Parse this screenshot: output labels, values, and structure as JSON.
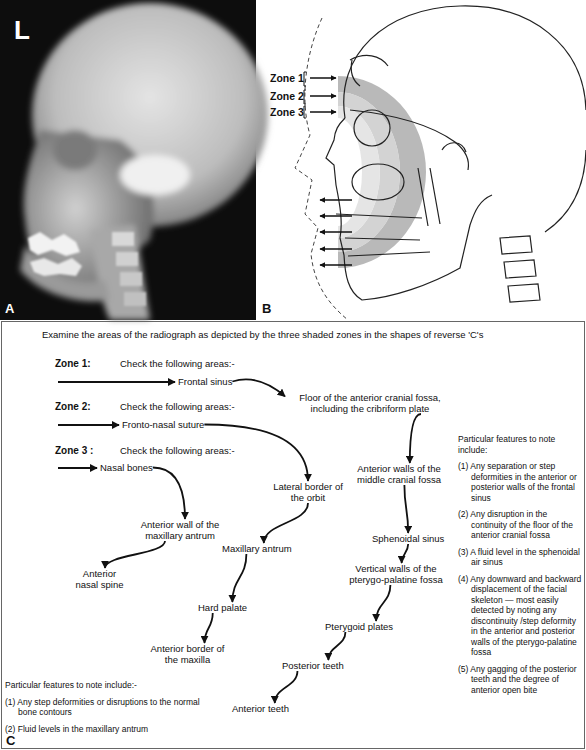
{
  "diagram": {
    "nodes": [
      {
        "text": [
          "Frontal sinus"
        ]
      },
      {
        "text": [
          "Floor of the anterior cranial fossa, including the cribriform plate"
        ]
      },
      {
        "text": [
          "Anterior walls of the middle cranial fossa"
        ]
      },
      {
        "text": [
          "Sphenoidal sinus"
        ]
      },
      {
        "text": [
          "Vertical walls of the pterygo-palatine fossa"
        ]
      },
      {
        "text": [
          "Pterygoid plates"
        ]
      },
      {
        "text": [
          "Posterior teeth"
        ]
      },
      {
        "text": [
          "Anterior teeth"
        ]
      },
      {
        "text": [
          "Fronto-nasal suture"
        ]
      },
      {
        "text": [
          "Lateral border of the orbit"
        ]
      },
      {
        "text": [
          "Maxillary antrum"
        ]
      },
      {
        "text": [
          "Hard palate"
        ]
      },
      {
        "text": [
          "Anterior border of the maxilla"
        ]
      },
      {
        "text": [
          "Nasal bones"
        ]
      },
      {
        "text": [
          "Anterior wall of the maxillary antrum"
        ]
      },
      {
        "text": [
          "Anterior nasal spine"
        ]
      }
    ],
    "edges": [
      {
        "from": 0,
        "to": 1,
        "arrow": "to"
      },
      {
        "from": 1,
        "to": 2,
        "arrow": "to"
      },
      {
        "from": 2,
        "to": 3,
        "arrow": "to"
      },
      {
        "from": 3,
        "to": 4,
        "arrow": "to"
      },
      {
        "from": 4,
        "to": 5,
        "arrow": "to"
      },
      {
        "from": 5,
        "to": 6,
        "arrow": "to"
      },
      {
        "from": 6,
        "to": 7,
        "arrow": "to"
      },
      {
        "from": 8,
        "to": 9,
        "arrow": "to"
      },
      {
        "from": 9,
        "to": 10,
        "arrow": "to"
      },
      {
        "from": 10,
        "to": 11,
        "arrow": "to"
      },
      {
        "from": 11,
        "to": 12,
        "arrow": "to"
      },
      {
        "from": 13,
        "to": 14,
        "arrow": "to"
      },
      {
        "from": 14,
        "to": 15,
        "arrow": "to"
      }
    ],
    "labels": [
      "L",
      "A",
      "Zone 1",
      "Zone 2",
      "Zone 3",
      "B",
      "Examine the areas of the radiograph as depicted by the three shaded zones in the shapes of reverse 'C's",
      "Zone 1:",
      "Check the following areas:-",
      "Zone 2:",
      "Check the following areas:-",
      "Zone 3 :",
      "Check the following areas:-",
      "Particular features to note include:",
      "(1) Any separation or step deformities in the anterior or posterior walls of the frontal sinus",
      "(2) Any disruption in the continuity of the floor of the anterior cranial fossa",
      "(3) A fluid level in the sphenoidal air sinus",
      "(4) Any downward and backward displacement of the facial skeleton — most easily detected by noting any discontinuity /step deformity in the anterior and posterior walls of the pterygo-palatine fossa",
      "(5) Any gagging of the posterior teeth and the degree of anterior open bite",
      "Particular features to note include:-",
      "(1) Any step deformities or disruptions to the normal bone contours",
      "(2) Fluid levels in the maxillary antrum",
      "C"
    ]
  }
}
